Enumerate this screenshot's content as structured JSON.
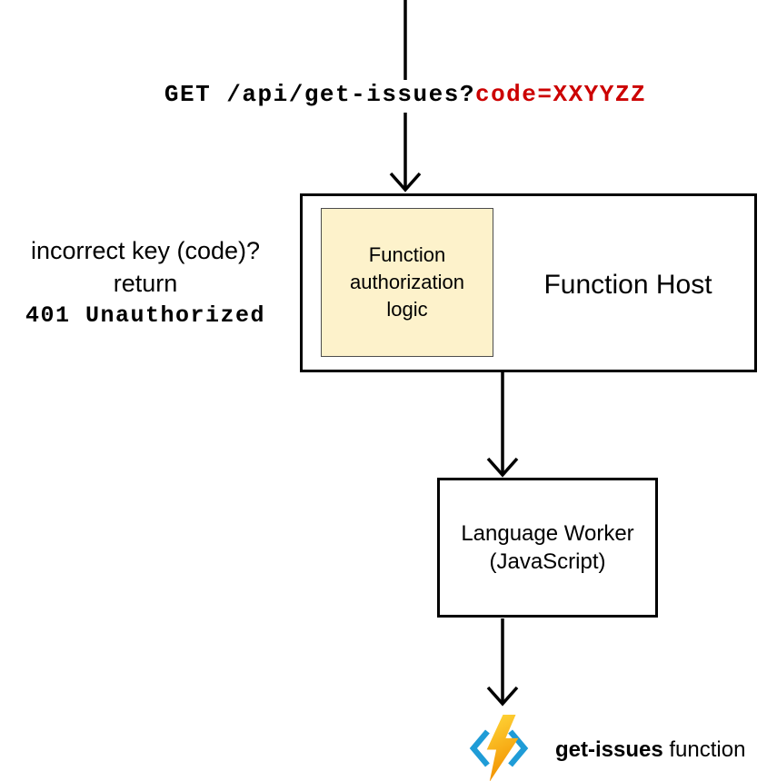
{
  "request": {
    "method_and_path": "GET /api/get-issues?",
    "code_param": "code=XXYYZZ",
    "code_param_color": "#cc0000"
  },
  "annotation": {
    "line1": "incorrect key (code)?",
    "line2": "return",
    "status": "401 Unauthorized"
  },
  "function_host": {
    "label": "Function Host",
    "auth_lines": [
      "Function",
      "authorization",
      "logic"
    ],
    "auth_box_fill": "#fdf2cb"
  },
  "language_worker": {
    "lines": [
      "Language Worker",
      "(JavaScript)"
    ]
  },
  "footer": {
    "function_name": "get-issues",
    "suffix": " function"
  },
  "icon": {
    "name": "azure-functions-logo",
    "bracket_color": "#1f9cd7",
    "bolt_color_top": "#ffd83a",
    "bolt_color_bottom": "#f29100"
  }
}
